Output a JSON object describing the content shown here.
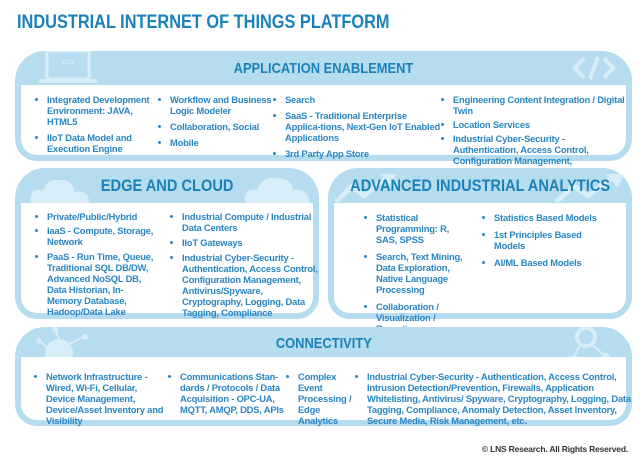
{
  "title": "INDUSTRIAL INTERNET OF THINGS PLATFORM",
  "colors": {
    "title": "#1a82b9",
    "band": "#b6dcef",
    "text": "#2a86c2",
    "icon": "#d7edf8"
  },
  "application_enablement": {
    "heading": "APPLICATION ENABLEMENT",
    "icons": [
      "laptop-code-icon",
      "code-brackets-icon"
    ],
    "columns": [
      [
        "Integrated Development Environment: JAVA, HTML5",
        "IIoT Data Model and Execution Engine"
      ],
      [
        "Workflow and Business Logic Modeler",
        "Collaboration, Social",
        "Mobile"
      ],
      [
        "Search",
        "SaaS - Traditional Enterprise Applica-tions, Next-Gen IoT Enabled Applications",
        "3rd Party App Store"
      ],
      [
        "Engineering Content Integration / Digital Twin",
        "Location Services",
        "Industrial Cyber-Security - Authentication, Access Control, Configuration Management, Cryptography, Logging, Compliance"
      ]
    ]
  },
  "edge_and_cloud": {
    "heading": "EDGE AND CLOUD",
    "icons": [
      "cloud-icon",
      "cloud-icon"
    ],
    "columns": [
      [
        "Private/Public/Hybrid",
        "IaaS - Compute, Storage, Network",
        "PaaS - Run Time, Queue, Traditional SQL DB/DW, Advanced  NoSQL DB, Data Historian, In-Memory Database, Hadoop/Data Lake"
      ],
      [
        "Industrial Compute / Industrial Data Centers",
        "IIoT Gateways",
        "Industrial Cyber-Security - Authentication, Access Control, Configuration Management, Antivirus/Spyware, Cryptography, Logging, Data Tagging, Compliance"
      ]
    ]
  },
  "advanced_analytics": {
    "heading": "ADVANCED INDUSTRIAL ANALYTICS",
    "icons": [
      "trend-arrow-icon",
      "trend-arrow-icon"
    ],
    "columns": [
      [
        "Statistical Programming: R, SAS, SPSS",
        "Search, Text Mining, Data Exploration, Native Language Processing",
        "Collaboration / Visualization / Reporting"
      ],
      [
        "Statistics Based Models",
        "1st Principles Based Models",
        "AI/ML Based Models"
      ]
    ]
  },
  "connectivity": {
    "heading": "CONNECTIVITY",
    "icons": [
      "network-globe-icon",
      "network-nodes-icon"
    ],
    "columns": [
      [
        "Network Infrastructure - Wired, Wi-Fi, Cellular, Device Management, Device/Asset Inventory and Visibility"
      ],
      [
        "Communications Stan-dards / Protocols / Data Acquisition - OPC-UA, MQTT, AMQP, DDS, APIs"
      ],
      [
        "Complex Event Processing / Edge Analytics"
      ],
      [
        "Industrial Cyber-Security - Authentication, Access Control, Intrusion Detection/Prevention, Firewalls, Application Whitelisting, Antivirus/ Spyware, Cryptography, Logging, Data Tagging, Compliance, Anomaly Detection, Asset Inventory, Secure Media, Risk Management, etc."
      ]
    ]
  },
  "footer": "© LNS Research. All Rights Reserved."
}
